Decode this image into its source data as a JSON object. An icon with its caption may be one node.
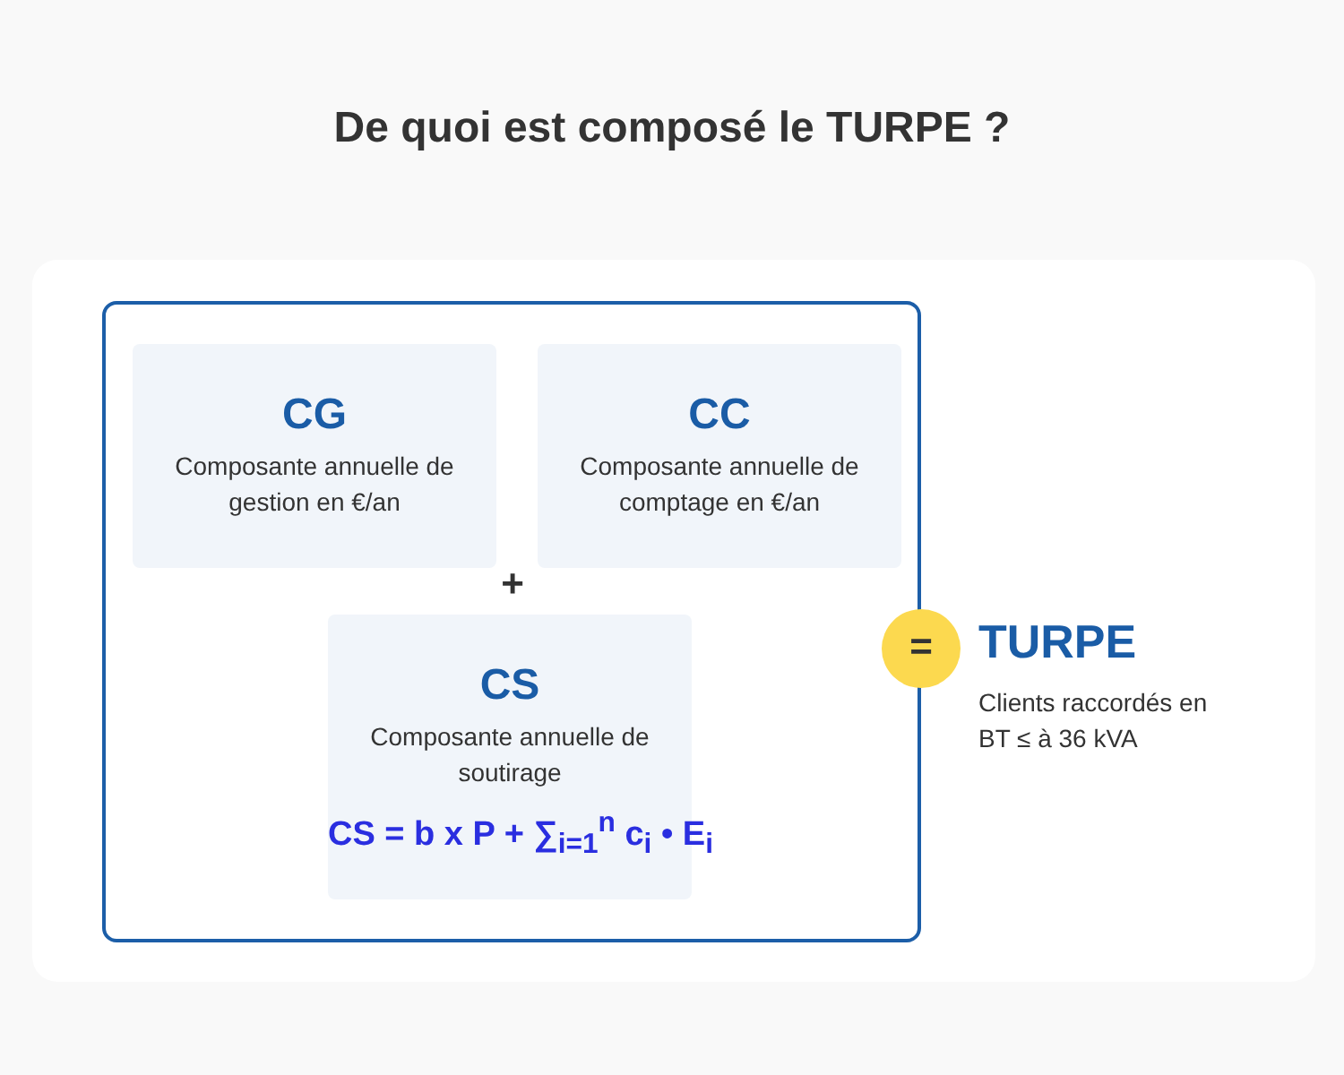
{
  "diagram": {
    "title": "De quoi est composé le TURPE ?",
    "nodes": [
      {
        "text": [],
        "shape": "box"
      },
      {
        "text": [
          "CG",
          "Composante annuelle de gestion en €/an"
        ],
        "in": 0
      },
      {
        "text": [
          "CC",
          "Composante annuelle de comptage en €/an"
        ],
        "in": 0
      },
      {
        "text": [
          "CS",
          "Composante annuelle de soutirage",
          "CS = b x P + ∑$_{i=1}$$^{n}$ c$_{i}$ • E$_{i}$"
        ],
        "in": 0
      },
      {
        "text": [
          "="
        ]
      },
      {
        "text": [
          "TURPE",
          "Clients raccordés en BT ≤ à 36 kVA"
        ]
      }
    ],
    "edges": [],
    "labels": [
      "+"
    ]
  }
}
